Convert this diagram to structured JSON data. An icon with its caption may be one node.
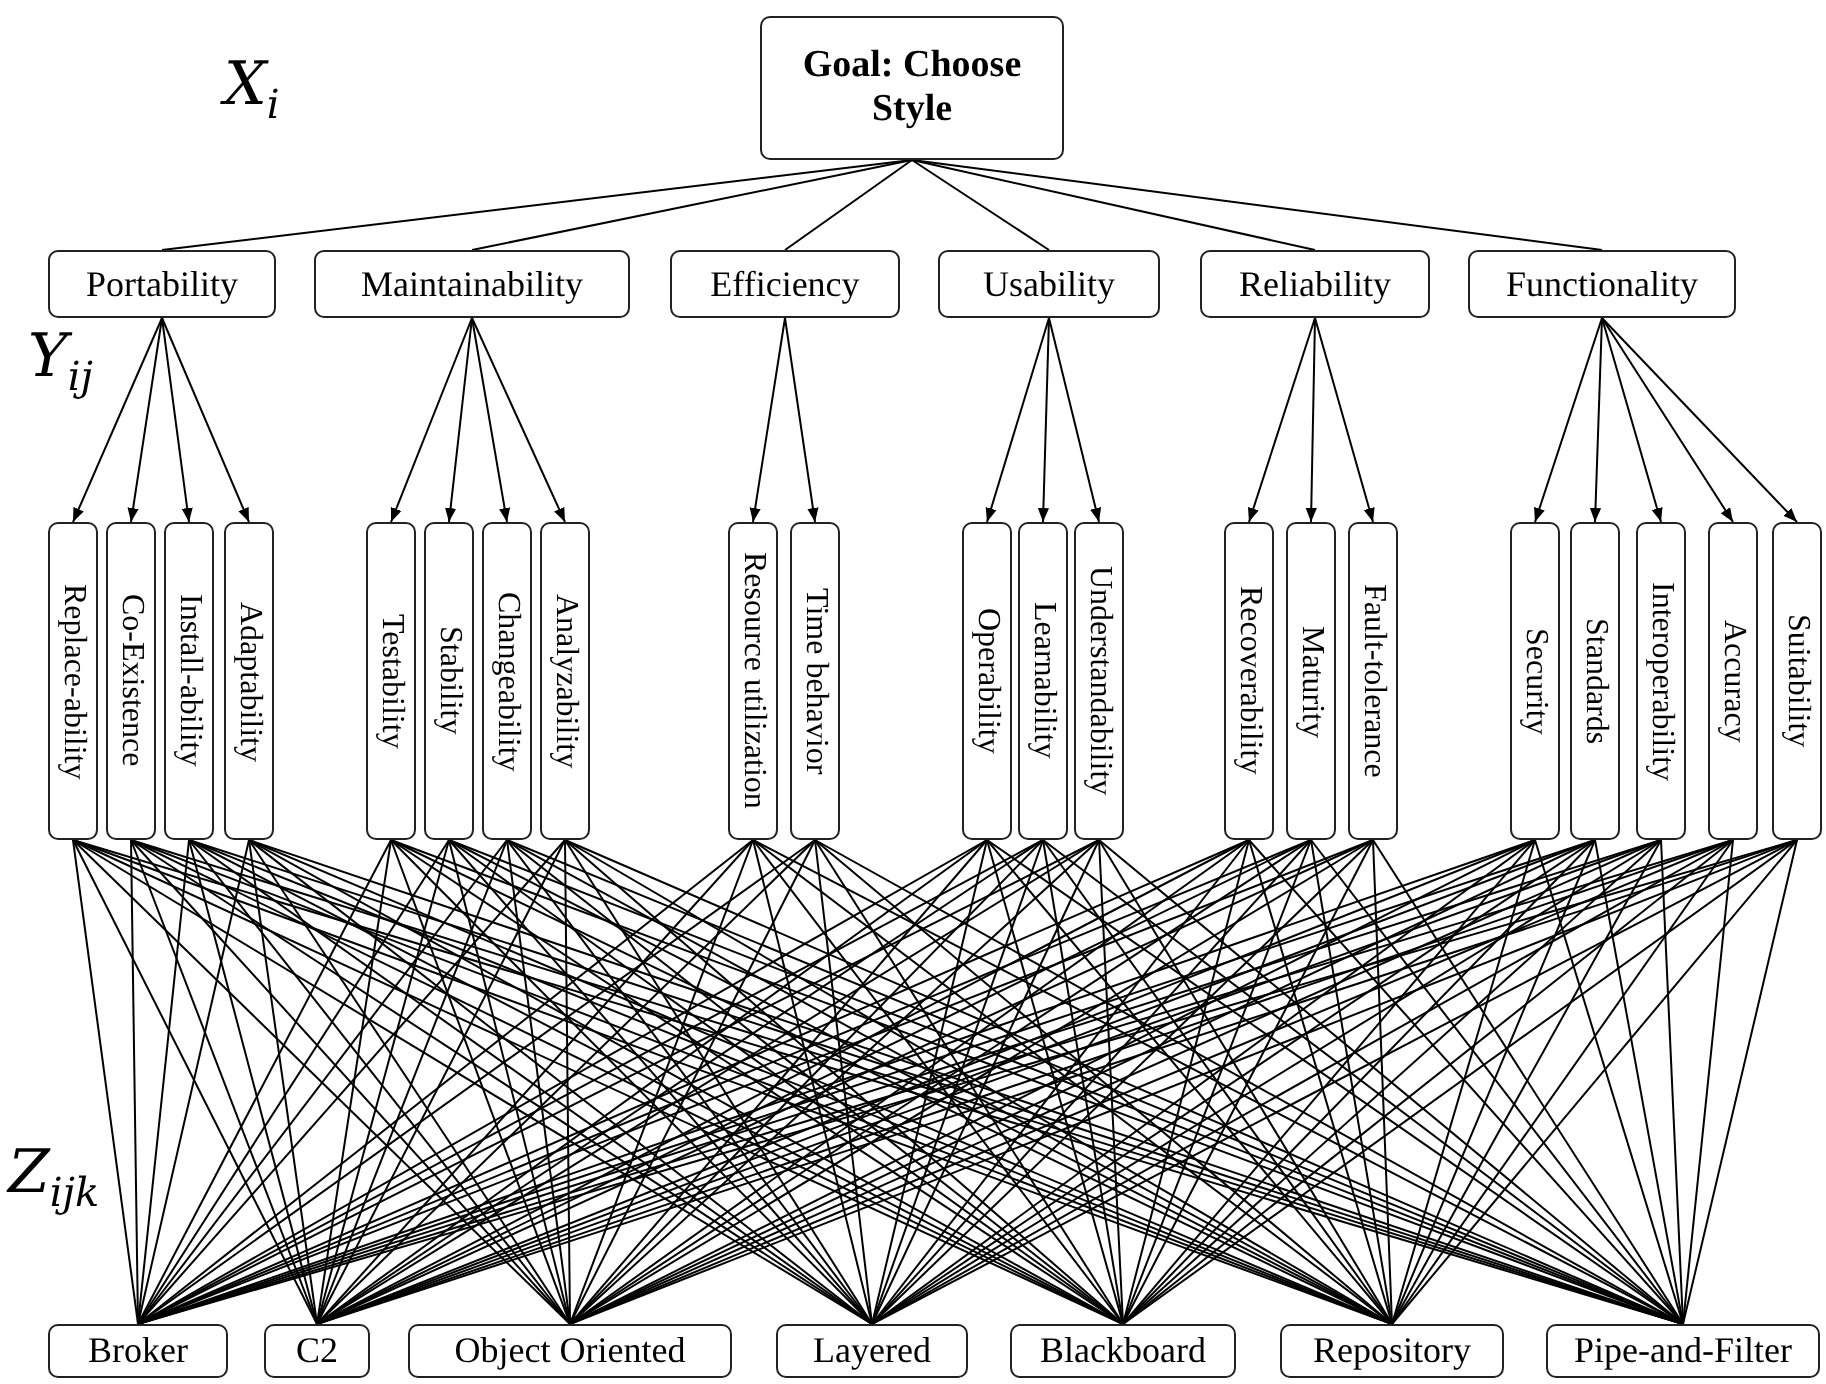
{
  "diagram": {
    "nodes": [
      {
        "text": [
          "Goal: Choose Style"
        ]
      },
      {
        "text": [
          "Portability"
        ]
      },
      {
        "text": [
          "Maintainability"
        ]
      },
      {
        "text": [
          "Efficiency"
        ]
      },
      {
        "text": [
          "Usability"
        ]
      },
      {
        "text": [
          "Reliability"
        ]
      },
      {
        "text": [
          "Functionality"
        ]
      },
      {
        "text": [
          "Replace-ability"
        ]
      },
      {
        "text": [
          "Co-Existence"
        ]
      },
      {
        "text": [
          "Install-ability"
        ]
      },
      {
        "text": [
          "Adaptability"
        ]
      },
      {
        "text": [
          "Testability"
        ]
      },
      {
        "text": [
          "Stability"
        ]
      },
      {
        "text": [
          "Changeability"
        ]
      },
      {
        "text": [
          "Analyzability"
        ]
      },
      {
        "text": [
          "Resource utilization"
        ]
      },
      {
        "text": [
          "Time behavior"
        ]
      },
      {
        "text": [
          "Operability"
        ]
      },
      {
        "text": [
          "Learnability"
        ]
      },
      {
        "text": [
          "Understandability"
        ]
      },
      {
        "text": [
          "Recoverability"
        ]
      },
      {
        "text": [
          "Maturity"
        ]
      },
      {
        "text": [
          "Fault-tolerance"
        ]
      },
      {
        "text": [
          "Security"
        ]
      },
      {
        "text": [
          "Standards"
        ]
      },
      {
        "text": [
          "Interoperability"
        ]
      },
      {
        "text": [
          "Accuracy"
        ]
      },
      {
        "text": [
          "Suitability"
        ]
      },
      {
        "text": [
          "Broker"
        ]
      },
      {
        "text": [
          "C2"
        ]
      },
      {
        "text": [
          "Object Oriented"
        ]
      },
      {
        "text": [
          "Layered"
        ]
      },
      {
        "text": [
          "Blackboard"
        ]
      },
      {
        "text": [
          "Repository"
        ]
      },
      {
        "text": [
          "Pipe-and-Filter"
        ]
      }
    ],
    "edges": [
      {
        "from": 0,
        "to": 1,
        "arrow": "none"
      },
      {
        "from": 0,
        "to": 2,
        "arrow": "none"
      },
      {
        "from": 0,
        "to": 3,
        "arrow": "none"
      },
      {
        "from": 0,
        "to": 4,
        "arrow": "none"
      },
      {
        "from": 0,
        "to": 5,
        "arrow": "none"
      },
      {
        "from": 0,
        "to": 6,
        "arrow": "none"
      },
      {
        "from": 1,
        "to": 7,
        "arrow": "to"
      },
      {
        "from": 1,
        "to": 8,
        "arrow": "to"
      },
      {
        "from": 1,
        "to": 9,
        "arrow": "to"
      },
      {
        "from": 1,
        "to": 10,
        "arrow": "to"
      },
      {
        "from": 2,
        "to": 11,
        "arrow": "to"
      },
      {
        "from": 2,
        "to": 12,
        "arrow": "to"
      },
      {
        "from": 2,
        "to": 13,
        "arrow": "to"
      },
      {
        "from": 2,
        "to": 14,
        "arrow": "to"
      },
      {
        "from": 3,
        "to": 15,
        "arrow": "to"
      },
      {
        "from": 3,
        "to": 16,
        "arrow": "to"
      },
      {
        "from": 4,
        "to": 17,
        "arrow": "to"
      },
      {
        "from": 4,
        "to": 18,
        "arrow": "to"
      },
      {
        "from": 4,
        "to": 19,
        "arrow": "to"
      },
      {
        "from": 5,
        "to": 20,
        "arrow": "to"
      },
      {
        "from": 5,
        "to": 21,
        "arrow": "to"
      },
      {
        "from": 5,
        "to": 22,
        "arrow": "to"
      },
      {
        "from": 6,
        "to": 23,
        "arrow": "to"
      },
      {
        "from": 6,
        "to": 24,
        "arrow": "to"
      },
      {
        "from": 6,
        "to": 25,
        "arrow": "to"
      },
      {
        "from": 6,
        "to": 26,
        "arrow": "to"
      },
      {
        "from": 6,
        "to": 27,
        "arrow": "to"
      },
      {
        "from": 7,
        "to": 28,
        "arrow": "none"
      },
      {
        "from": 7,
        "to": 29,
        "arrow": "none"
      },
      {
        "from": 7,
        "to": 30,
        "arrow": "none"
      },
      {
        "from": 7,
        "to": 31,
        "arrow": "none"
      },
      {
        "from": 7,
        "to": 32,
        "arrow": "none"
      },
      {
        "from": 7,
        "to": 33,
        "arrow": "none"
      },
      {
        "from": 7,
        "to": 34,
        "arrow": "none"
      },
      {
        "from": 8,
        "to": 28,
        "arrow": "none"
      },
      {
        "from": 8,
        "to": 29,
        "arrow": "none"
      },
      {
        "from": 8,
        "to": 30,
        "arrow": "none"
      },
      {
        "from": 8,
        "to": 31,
        "arrow": "none"
      },
      {
        "from": 8,
        "to": 32,
        "arrow": "none"
      },
      {
        "from": 8,
        "to": 33,
        "arrow": "none"
      },
      {
        "from": 8,
        "to": 34,
        "arrow": "none"
      },
      {
        "from": 9,
        "to": 28,
        "arrow": "none"
      },
      {
        "from": 9,
        "to": 29,
        "arrow": "none"
      },
      {
        "from": 9,
        "to": 30,
        "arrow": "none"
      },
      {
        "from": 9,
        "to": 31,
        "arrow": "none"
      },
      {
        "from": 9,
        "to": 32,
        "arrow": "none"
      },
      {
        "from": 9,
        "to": 33,
        "arrow": "none"
      },
      {
        "from": 9,
        "to": 34,
        "arrow": "none"
      },
      {
        "from": 10,
        "to": 28,
        "arrow": "none"
      },
      {
        "from": 10,
        "to": 29,
        "arrow": "none"
      },
      {
        "from": 10,
        "to": 30,
        "arrow": "none"
      },
      {
        "from": 10,
        "to": 31,
        "arrow": "none"
      },
      {
        "from": 10,
        "to": 32,
        "arrow": "none"
      },
      {
        "from": 10,
        "to": 33,
        "arrow": "none"
      },
      {
        "from": 10,
        "to": 34,
        "arrow": "none"
      },
      {
        "from": 11,
        "to": 28,
        "arrow": "none"
      },
      {
        "from": 11,
        "to": 29,
        "arrow": "none"
      },
      {
        "from": 11,
        "to": 30,
        "arrow": "none"
      },
      {
        "from": 11,
        "to": 31,
        "arrow": "none"
      },
      {
        "from": 11,
        "to": 32,
        "arrow": "none"
      },
      {
        "from": 11,
        "to": 33,
        "arrow": "none"
      },
      {
        "from": 11,
        "to": 34,
        "arrow": "none"
      },
      {
        "from": 12,
        "to": 28,
        "arrow": "none"
      },
      {
        "from": 12,
        "to": 29,
        "arrow": "none"
      },
      {
        "from": 12,
        "to": 30,
        "arrow": "none"
      },
      {
        "from": 12,
        "to": 31,
        "arrow": "none"
      },
      {
        "from": 12,
        "to": 32,
        "arrow": "none"
      },
      {
        "from": 12,
        "to": 33,
        "arrow": "none"
      },
      {
        "from": 12,
        "to": 34,
        "arrow": "none"
      },
      {
        "from": 13,
        "to": 28,
        "arrow": "none"
      },
      {
        "from": 13,
        "to": 29,
        "arrow": "none"
      },
      {
        "from": 13,
        "to": 30,
        "arrow": "none"
      },
      {
        "from": 13,
        "to": 31,
        "arrow": "none"
      },
      {
        "from": 13,
        "to": 32,
        "arrow": "none"
      },
      {
        "from": 13,
        "to": 33,
        "arrow": "none"
      },
      {
        "from": 13,
        "to": 34,
        "arrow": "none"
      },
      {
        "from": 14,
        "to": 28,
        "arrow": "none"
      },
      {
        "from": 14,
        "to": 29,
        "arrow": "none"
      },
      {
        "from": 14,
        "to": 30,
        "arrow": "none"
      },
      {
        "from": 14,
        "to": 31,
        "arrow": "none"
      },
      {
        "from": 14,
        "to": 32,
        "arrow": "none"
      },
      {
        "from": 14,
        "to": 33,
        "arrow": "none"
      },
      {
        "from": 14,
        "to": 34,
        "arrow": "none"
      },
      {
        "from": 15,
        "to": 28,
        "arrow": "none"
      },
      {
        "from": 15,
        "to": 29,
        "arrow": "none"
      },
      {
        "from": 15,
        "to": 30,
        "arrow": "none"
      },
      {
        "from": 15,
        "to": 31,
        "arrow": "none"
      },
      {
        "from": 15,
        "to": 32,
        "arrow": "none"
      },
      {
        "from": 15,
        "to": 33,
        "arrow": "none"
      },
      {
        "from": 15,
        "to": 34,
        "arrow": "none"
      },
      {
        "from": 16,
        "to": 28,
        "arrow": "none"
      },
      {
        "from": 16,
        "to": 29,
        "arrow": "none"
      },
      {
        "from": 16,
        "to": 30,
        "arrow": "none"
      },
      {
        "from": 16,
        "to": 31,
        "arrow": "none"
      },
      {
        "from": 16,
        "to": 32,
        "arrow": "none"
      },
      {
        "from": 16,
        "to": 33,
        "arrow": "none"
      },
      {
        "from": 16,
        "to": 34,
        "arrow": "none"
      },
      {
        "from": 17,
        "to": 28,
        "arrow": "none"
      },
      {
        "from": 17,
        "to": 29,
        "arrow": "none"
      },
      {
        "from": 17,
        "to": 30,
        "arrow": "none"
      },
      {
        "from": 17,
        "to": 31,
        "arrow": "none"
      },
      {
        "from": 17,
        "to": 32,
        "arrow": "none"
      },
      {
        "from": 17,
        "to": 33,
        "arrow": "none"
      },
      {
        "from": 17,
        "to": 34,
        "arrow": "none"
      },
      {
        "from": 18,
        "to": 28,
        "arrow": "none"
      },
      {
        "from": 18,
        "to": 29,
        "arrow": "none"
      },
      {
        "from": 18,
        "to": 30,
        "arrow": "none"
      },
      {
        "from": 18,
        "to": 31,
        "arrow": "none"
      },
      {
        "from": 18,
        "to": 32,
        "arrow": "none"
      },
      {
        "from": 18,
        "to": 33,
        "arrow": "none"
      },
      {
        "from": 18,
        "to": 34,
        "arrow": "none"
      },
      {
        "from": 19,
        "to": 28,
        "arrow": "none"
      },
      {
        "from": 19,
        "to": 29,
        "arrow": "none"
      },
      {
        "from": 19,
        "to": 30,
        "arrow": "none"
      },
      {
        "from": 19,
        "to": 31,
        "arrow": "none"
      },
      {
        "from": 19,
        "to": 32,
        "arrow": "none"
      },
      {
        "from": 19,
        "to": 33,
        "arrow": "none"
      },
      {
        "from": 19,
        "to": 34,
        "arrow": "none"
      },
      {
        "from": 20,
        "to": 28,
        "arrow": "none"
      },
      {
        "from": 20,
        "to": 29,
        "arrow": "none"
      },
      {
        "from": 20,
        "to": 30,
        "arrow": "none"
      },
      {
        "from": 20,
        "to": 31,
        "arrow": "none"
      },
      {
        "from": 20,
        "to": 32,
        "arrow": "none"
      },
      {
        "from": 20,
        "to": 33,
        "arrow": "none"
      },
      {
        "from": 20,
        "to": 34,
        "arrow": "none"
      },
      {
        "from": 21,
        "to": 28,
        "arrow": "none"
      },
      {
        "from": 21,
        "to": 29,
        "arrow": "none"
      },
      {
        "from": 21,
        "to": 30,
        "arrow": "none"
      },
      {
        "from": 21,
        "to": 31,
        "arrow": "none"
      },
      {
        "from": 21,
        "to": 32,
        "arrow": "none"
      },
      {
        "from": 21,
        "to": 33,
        "arrow": "none"
      },
      {
        "from": 21,
        "to": 34,
        "arrow": "none"
      },
      {
        "from": 22,
        "to": 28,
        "arrow": "none"
      },
      {
        "from": 22,
        "to": 29,
        "arrow": "none"
      },
      {
        "from": 22,
        "to": 30,
        "arrow": "none"
      },
      {
        "from": 22,
        "to": 31,
        "arrow": "none"
      },
      {
        "from": 22,
        "to": 32,
        "arrow": "none"
      },
      {
        "from": 22,
        "to": 33,
        "arrow": "none"
      },
      {
        "from": 22,
        "to": 34,
        "arrow": "none"
      },
      {
        "from": 23,
        "to": 28,
        "arrow": "none"
      },
      {
        "from": 23,
        "to": 29,
        "arrow": "none"
      },
      {
        "from": 23,
        "to": 30,
        "arrow": "none"
      },
      {
        "from": 23,
        "to": 31,
        "arrow": "none"
      },
      {
        "from": 23,
        "to": 32,
        "arrow": "none"
      },
      {
        "from": 23,
        "to": 33,
        "arrow": "none"
      },
      {
        "from": 23,
        "to": 34,
        "arrow": "none"
      },
      {
        "from": 24,
        "to": 28,
        "arrow": "none"
      },
      {
        "from": 24,
        "to": 29,
        "arrow": "none"
      },
      {
        "from": 24,
        "to": 30,
        "arrow": "none"
      },
      {
        "from": 24,
        "to": 31,
        "arrow": "none"
      },
      {
        "from": 24,
        "to": 32,
        "arrow": "none"
      },
      {
        "from": 24,
        "to": 33,
        "arrow": "none"
      },
      {
        "from": 24,
        "to": 34,
        "arrow": "none"
      },
      {
        "from": 25,
        "to": 28,
        "arrow": "none"
      },
      {
        "from": 25,
        "to": 29,
        "arrow": "none"
      },
      {
        "from": 25,
        "to": 30,
        "arrow": "none"
      },
      {
        "from": 25,
        "to": 31,
        "arrow": "none"
      },
      {
        "from": 25,
        "to": 32,
        "arrow": "none"
      },
      {
        "from": 25,
        "to": 33,
        "arrow": "none"
      },
      {
        "from": 25,
        "to": 34,
        "arrow": "none"
      },
      {
        "from": 26,
        "to": 28,
        "arrow": "none"
      },
      {
        "from": 26,
        "to": 29,
        "arrow": "none"
      },
      {
        "from": 26,
        "to": 30,
        "arrow": "none"
      },
      {
        "from": 26,
        "to": 31,
        "arrow": "none"
      },
      {
        "from": 26,
        "to": 32,
        "arrow": "none"
      },
      {
        "from": 26,
        "to": 33,
        "arrow": "none"
      },
      {
        "from": 26,
        "to": 34,
        "arrow": "none"
      },
      {
        "from": 27,
        "to": 28,
        "arrow": "none"
      },
      {
        "from": 27,
        "to": 29,
        "arrow": "none"
      },
      {
        "from": 27,
        "to": 30,
        "arrow": "none"
      },
      {
        "from": 27,
        "to": 31,
        "arrow": "none"
      },
      {
        "from": 27,
        "to": 32,
        "arrow": "none"
      },
      {
        "from": 27,
        "to": 33,
        "arrow": "none"
      },
      {
        "from": 27,
        "to": 34,
        "arrow": "none"
      }
    ],
    "labels": [
      "X$_{i}$",
      "Y$_{ij}$",
      "Z$_{ijk}$"
    ]
  }
}
